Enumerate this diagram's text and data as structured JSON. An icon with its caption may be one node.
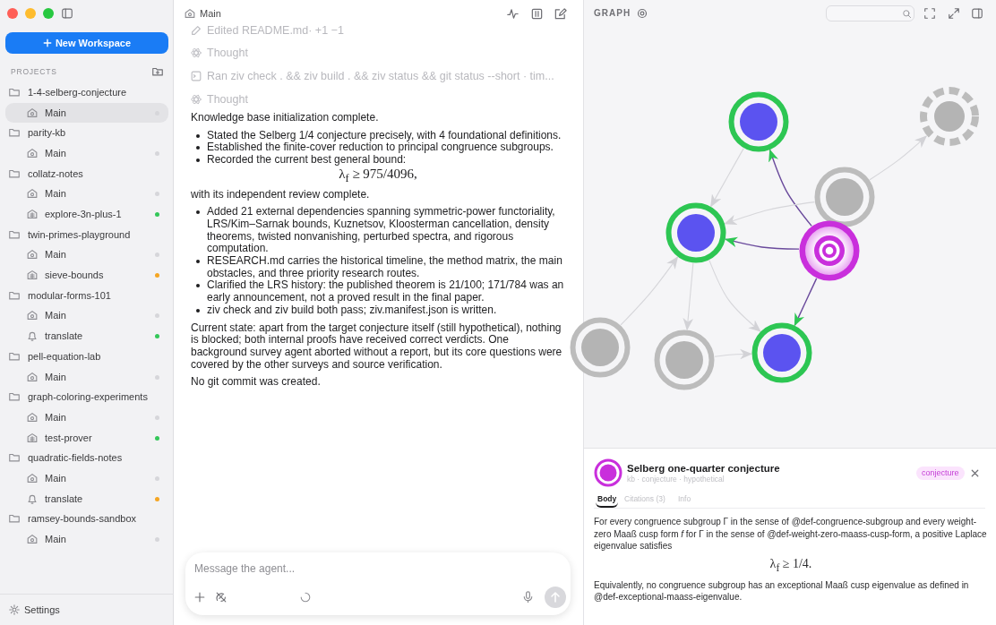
{
  "diagram": {
    "nodes": [
      {
        "text": [],
        "shape": "circle"
      },
      {
        "text": [],
        "shape": "circle"
      },
      {
        "text": [],
        "shape": "circle"
      },
      {
        "text": [],
        "shape": "circle"
      },
      {
        "text": [],
        "shape": "circle"
      },
      {
        "text": [],
        "shape": "circle"
      },
      {
        "text": [],
        "shape": "circle"
      },
      {
        "text": [],
        "shape": "circle"
      }
    ],
    "edges": [
      {
        "from": 4,
        "to": 0,
        "arrow": "to",
        "color": "#6a4a9c"
      },
      {
        "from": 4,
        "to": 3,
        "arrow": "to",
        "color": "#6a4a9c"
      },
      {
        "from": 4,
        "to": 7,
        "arrow": "to",
        "color": "#6a4a9c"
      },
      {
        "from": 0,
        "to": 3,
        "arrow": "to"
      },
      {
        "from": 2,
        "to": 3,
        "arrow": "to"
      },
      {
        "from": 2,
        "to": 1,
        "arrow": "to"
      },
      {
        "from": 5,
        "to": 3,
        "arrow": "to"
      },
      {
        "from": 3,
        "to": 6,
        "arrow": "to"
      },
      {
        "from": 3,
        "to": 7,
        "arrow": "to"
      },
      {
        "from": 6,
        "to": 7,
        "arrow": "to"
      }
    ],
    "labels": [
      "New Workspace",
      "PROJECTS",
      "1-4-selberg-conjecture",
      "Main",
      "parity-kb",
      "Main",
      "collatz-notes",
      "Main",
      "explore-3n-plus-1",
      "twin-primes-playground",
      "Main",
      "sieve-bounds",
      "modular-forms-101",
      "Main",
      "translate",
      "pell-equation-lab",
      "Main",
      "graph-coloring-experiments",
      "Main",
      "test-prover",
      "quadratic-fields-notes",
      "Main",
      "translate",
      "ramsey-bounds-sandbox",
      "Main",
      "Settings",
      "Main",
      "Edited README.md· +1 −1",
      "Thought",
      "Ran ziv check . && ziv build . && ziv status && git status --short · tim...",
      "Thought",
      "Knowledge base initialization complete.",
      "Stated the Selberg 1/4 conjecture precisely, with 4 foundational definitions.",
      "Established the finite-cover reduction to principal congruence subgroups.",
      "Recorded the current best general bound:",
      "λ$_{f}$ ≥ 975/4096,",
      "with its independent review complete.",
      "Added 21 external dependencies spanning symmetric-power functoriality, LRS/Kim–Sarnak bounds, Kuznetsov, Kloosterman cancellation, density theorems, twisted nonvanishing, perturbed spectra, and rigorous computation.",
      "RESEARCH.md carries the historical timeline, the method matrix, the main obstacles, and three priority research routes.",
      "Clarified the LRS history: the published theorem is 21/100; 171/784 was an early announcement, not a proved result in the final paper.",
      "ziv check and ziv build both pass; ziv.manifest.json is written.",
      "Current state: apart from the target conjecture itself (still hypothetical), nothing is blocked; both internal proofs have received correct verdicts. One background survey agent aborted without a report, but its core questions were covered by the other surveys and source verification.",
      "No git commit was created.",
      "Message the agent...",
      "GRAPH",
      "Selberg one-quarter conjecture",
      "kb · conjecture · hypothetical",
      "conjecture",
      "Body",
      "Citations (3)",
      "Info",
      "For every congruence subgroup Γ in the sense of @def-congruence-subgroup and every weight-zero Maaß cusp form *f* for Γ in the sense of @def-weight-zero-maass-cusp-form, a positive Laplace eigenvalue satisfies",
      "λ$_{f}$ ≥ 1/4.",
      "Equivalently, no congruence subgroup has an exceptional Maaß cusp eigenvalue as defined in @def-exceptional-maass-eigenvalue."
    ]
  }
}
